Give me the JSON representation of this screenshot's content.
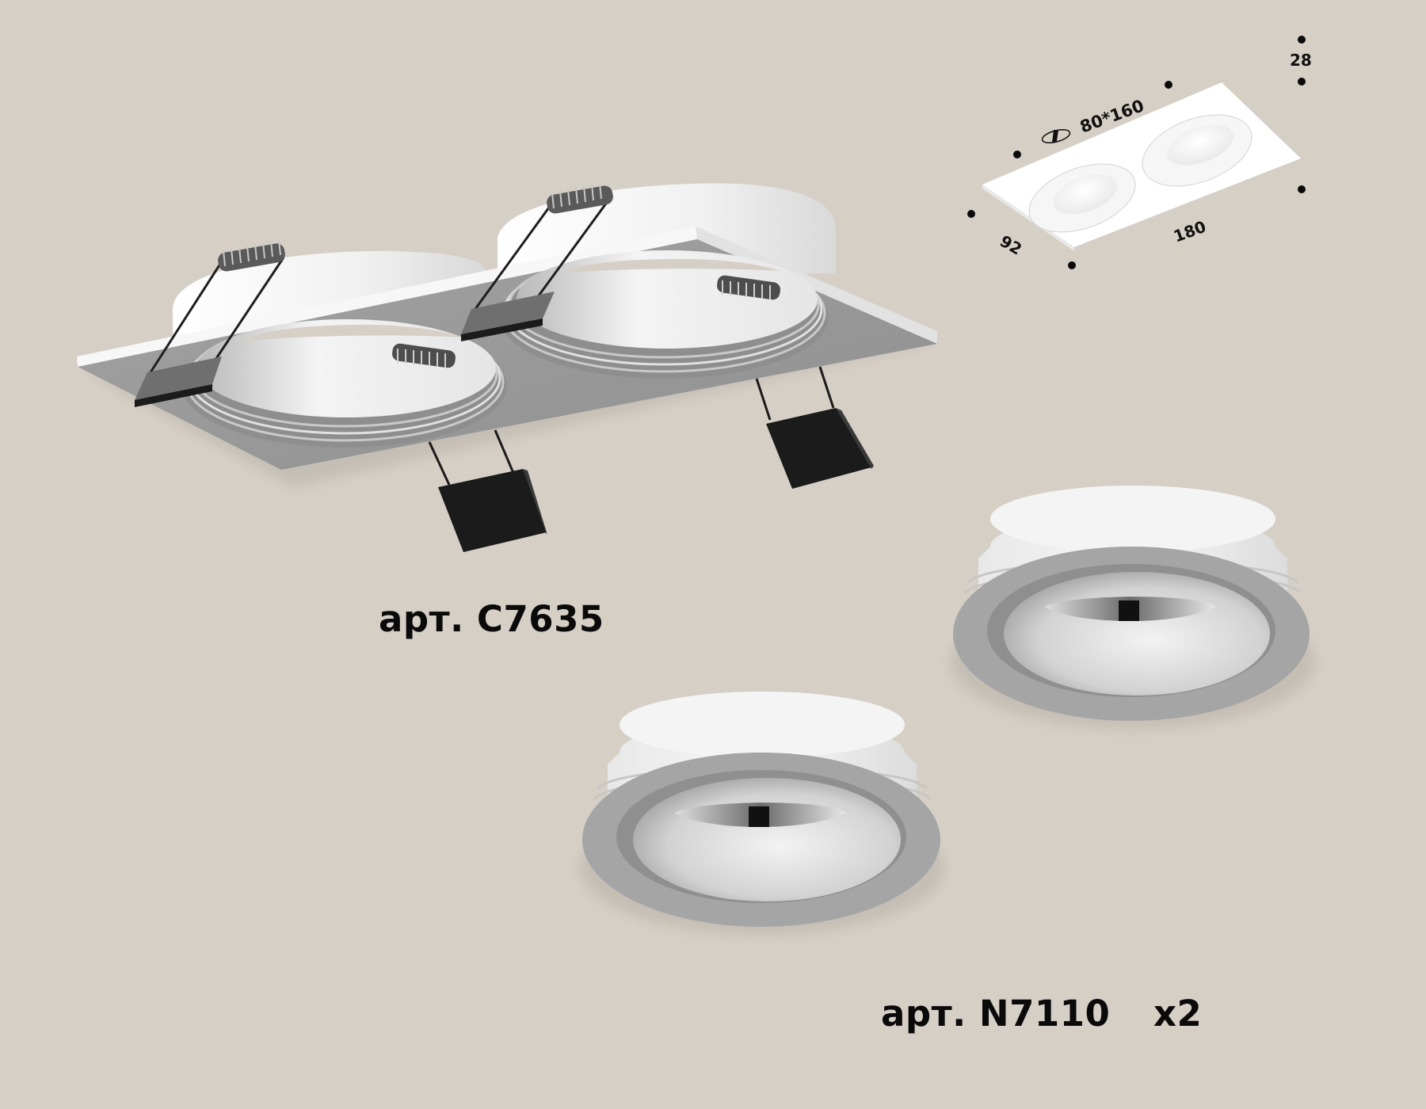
{
  "colors": {
    "background": "#d6cfc5",
    "frame_white": "#f2f2f2",
    "frame_underside": "#9a9a9a",
    "ring_grey": "#a6a6a6",
    "clip_black": "#1b1b1b"
  },
  "scene": {
    "frame_product": {
      "label": "арт. C7635",
      "description": "double square recessed mounting frame with spring clips"
    },
    "module_product": {
      "label": "арт. N7110",
      "quantity": "x2",
      "description": "round lamp module with grey bezel"
    }
  },
  "dimension_diagram": {
    "cutout_icon": "cutout-diameter-icon",
    "cutout": "80*160",
    "height": "28",
    "length": "180",
    "width": "92"
  }
}
